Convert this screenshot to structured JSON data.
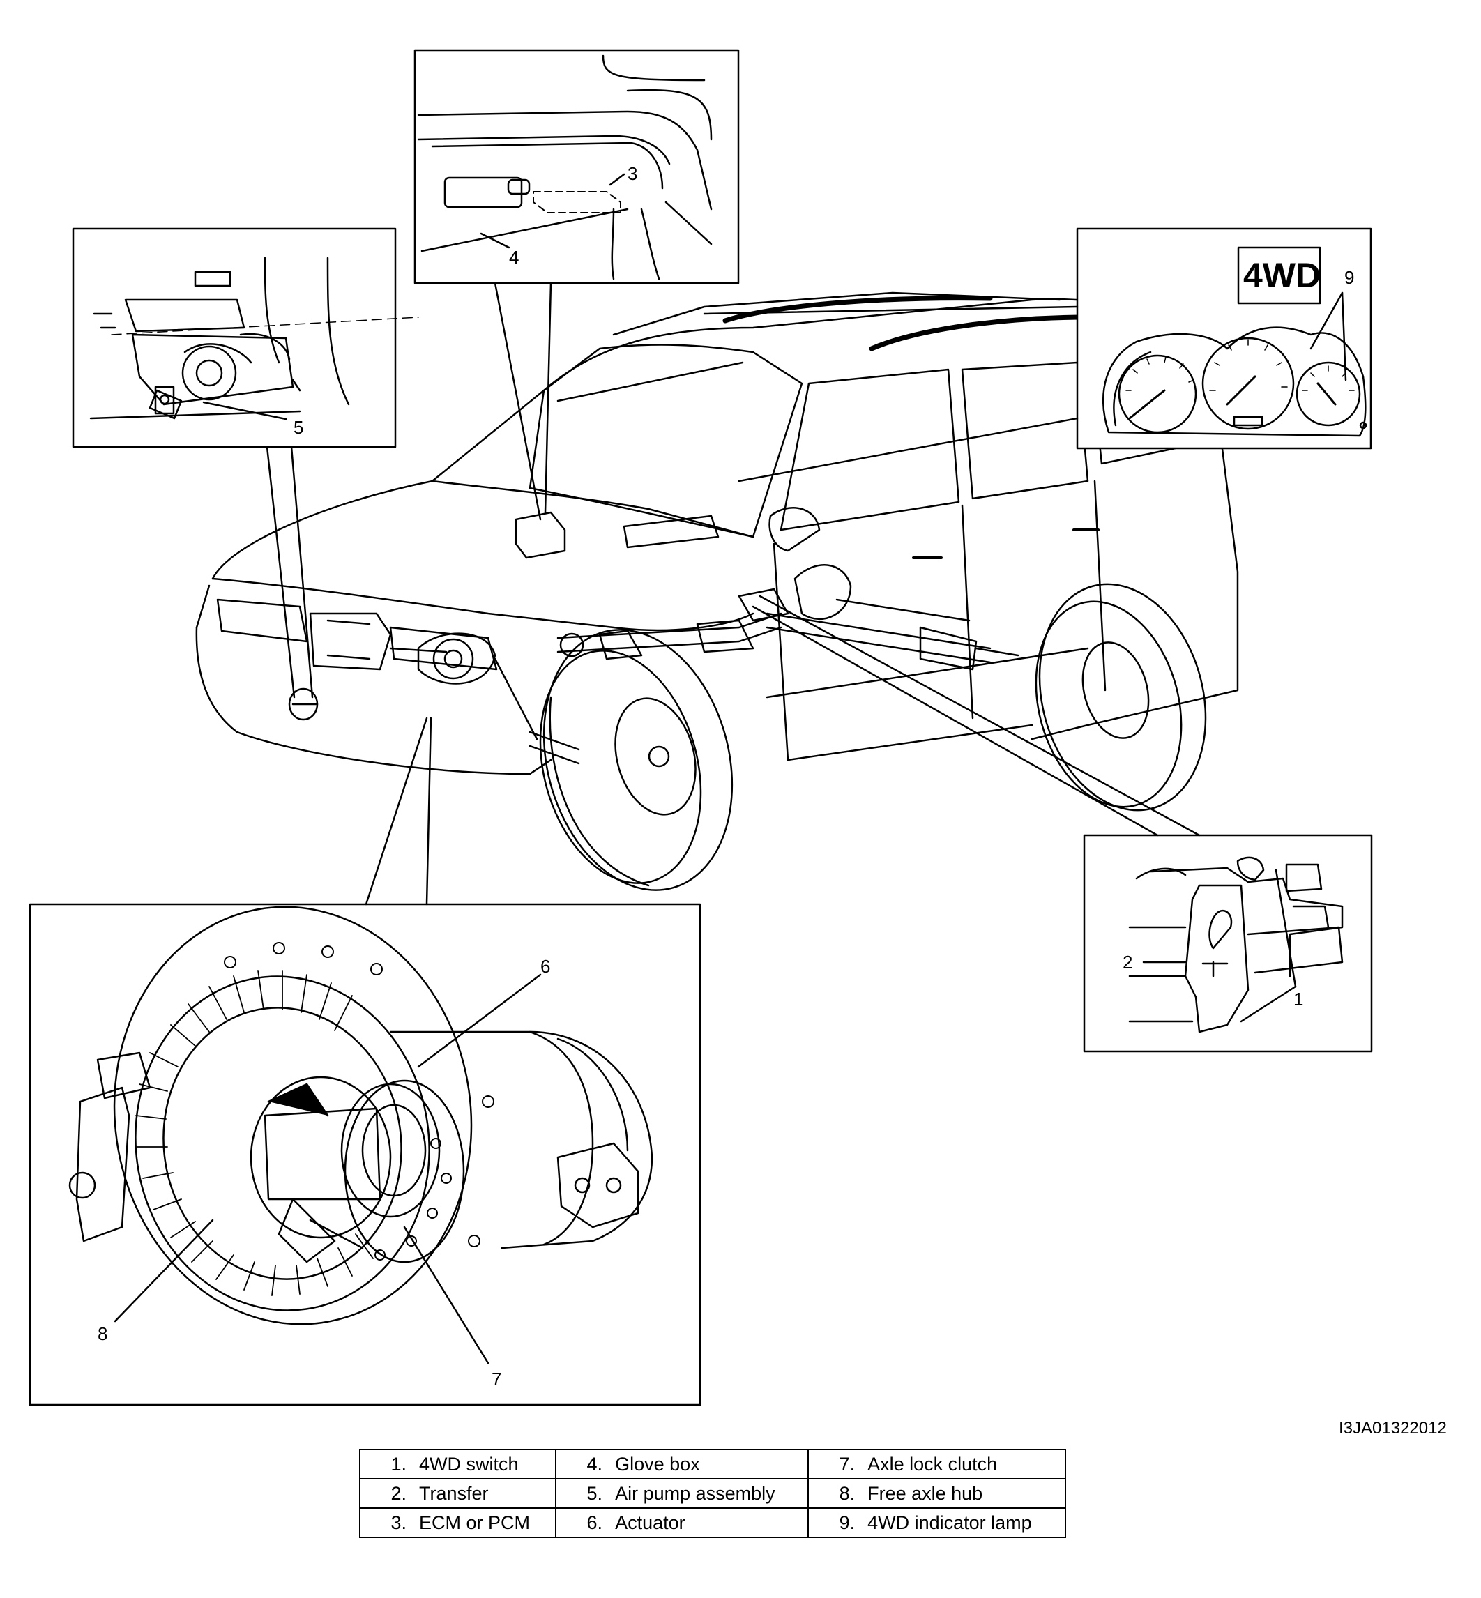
{
  "callouts": {
    "c1": "1",
    "c2": "2",
    "c3": "3",
    "c4": "4",
    "c5": "5",
    "c6": "6",
    "c7": "7",
    "c8": "8",
    "c9": "9"
  },
  "indicator_label": "4WD",
  "figure_id": "I3JA01322012",
  "legend": [
    [
      {
        "num": "1.",
        "label": "4WD switch"
      },
      {
        "num": "4.",
        "label": "Glove box"
      },
      {
        "num": "7.",
        "label": "Axle lock clutch"
      }
    ],
    [
      {
        "num": "2.",
        "label": "Transfer"
      },
      {
        "num": "5.",
        "label": "Air pump assembly"
      },
      {
        "num": "8.",
        "label": "Free axle hub"
      }
    ],
    [
      {
        "num": "3.",
        "label": "ECM or PCM"
      },
      {
        "num": "6.",
        "label": "Actuator"
      },
      {
        "num": "9.",
        "label": "4WD indicator lamp"
      }
    ]
  ]
}
